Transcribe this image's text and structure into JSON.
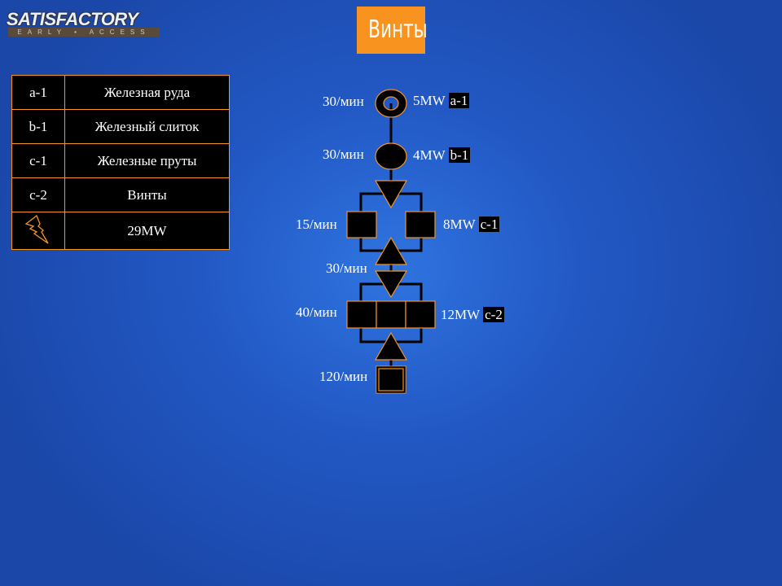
{
  "logo": {
    "main": "SATISFACTORY",
    "sub": "EARLY • ACCESS"
  },
  "title": "Винты",
  "legend": [
    {
      "key": "a-1",
      "value": "Железная руда"
    },
    {
      "key": "b-1",
      "value": "Железный слиток"
    },
    {
      "key": "c-1",
      "value": "Железные пруты"
    },
    {
      "key": "c-2",
      "value": "Винты"
    },
    {
      "key_icon": "lightning-icon",
      "value": "29MW"
    }
  ],
  "nodes": {
    "a1": {
      "rate": "30/мин",
      "power": "5MW",
      "tag": "a-1"
    },
    "b1": {
      "rate": "30/мин",
      "power": "4MW",
      "tag": "b-1"
    },
    "c1": {
      "rate": "15/мин",
      "power": "8MW",
      "tag": "c-1"
    },
    "merge1": {
      "rate": "30/мин"
    },
    "c2": {
      "rate": "40/мин",
      "power": "12MW",
      "tag": "c-2"
    },
    "output": {
      "rate": "120/мин"
    }
  },
  "colors": {
    "accent": "#f7931e",
    "node": "#000000"
  }
}
